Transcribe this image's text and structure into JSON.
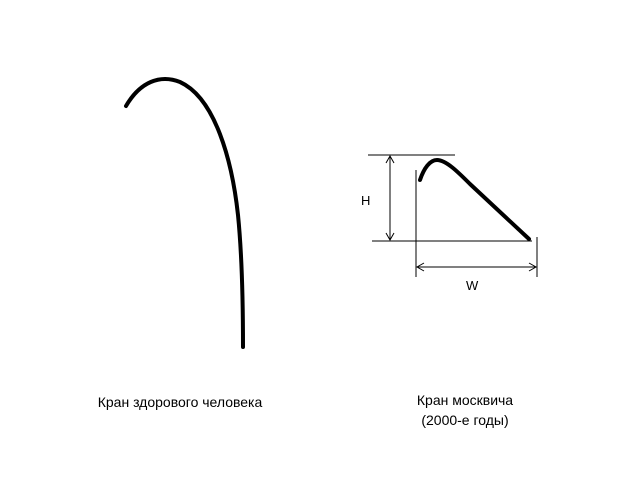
{
  "captions": {
    "healthy": "Кран здорового человека",
    "moscow_line1": "Кран москвича",
    "moscow_line2": "(2000-е годы)"
  },
  "dimensions": {
    "height_label": "H",
    "width_label": "W"
  },
  "colors": {
    "stroke": "#000000",
    "background": "#ffffff"
  }
}
